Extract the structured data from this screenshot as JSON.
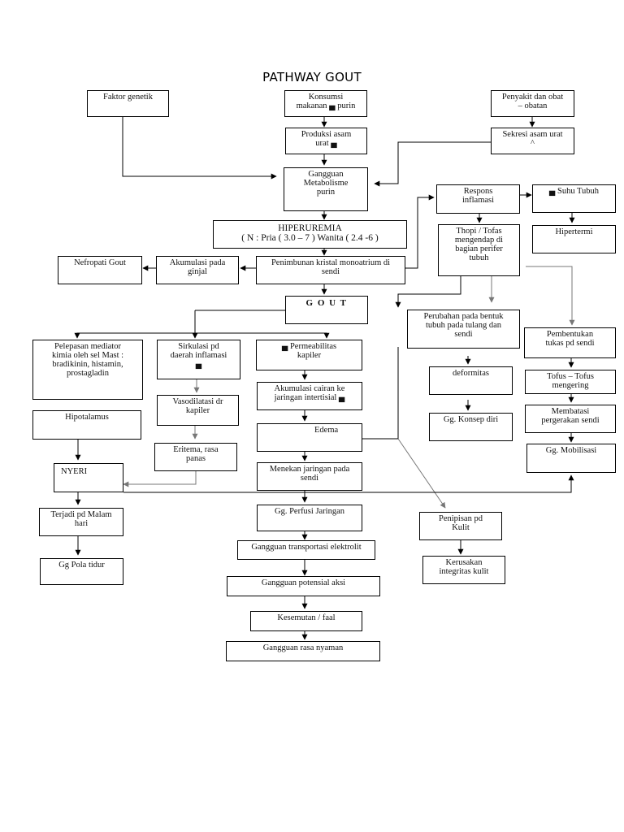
{
  "title": "PATHWAY GOUT",
  "nodes": {
    "faktor_genetik": "Faktor genetik",
    "konsumsi": "Konsumsi\nmakanan ▄ purin",
    "penyakit_obat": "Penyakit dan obat\n– obatan",
    "produksi": "Produksi asam\nurat ▄",
    "sekresi": "Sekresi asam urat\n^",
    "gangguan_metabolisme": "Gangguan\nMetabolisme\npurin",
    "respons": "Respons\ninflamasi",
    "suhu": "▄ Suhu Tubuh",
    "hiperuremia": "HIPERUREMIA\n( N : Pria ( 3.0 – 7 ) Wanita ( 2.4 -6 )",
    "thopi": "Thopi / Tofas\nmengendap di\nbagian perifer\ntubuh",
    "hipertermi": "Hipertermi",
    "nefropati": "Nefropati Gout",
    "akumulasi_ginjal": "Akumulasi pada\nginjal",
    "penimbunan": "Penimbunan kristal monoatrium di\nsendi",
    "gout": "G O U T",
    "perubahan": "Perubahan pada bentuk\ntubuh pada tulang dan\nsendi",
    "pembentukan": "Pembentukan\ntukas pd sendi",
    "pelepasan": "Pelepasan mediator\nkimia oleh sel Mast :\nbradikinin, histamin,\nprostagladin",
    "sirkulasi": "Sirkulasi pd\ndaerah inflamasi\n▄",
    "permeabilitas": "▄ Permeabilitas\nkapiler",
    "deformitas": "deformitas",
    "tofus": "Tofus – Tofus\nmengering",
    "akumulasi_cairan": "Akumulasi cairan ke\njaringan intertisial ▄",
    "hipotalamus": "Hipotalamus",
    "vasodilatasi": "Vasodilatasi dr\nkapiler",
    "edema": "Edema",
    "konsep_diri": "Gg. Konsep diri",
    "membatasi": "Membatasi\npergerakan sendi",
    "eritema": "Eritema, rasa\npanas",
    "mobilisasi": "Gg. Mobilisasi",
    "nyeri": "NYERI",
    "menekan": "Menekan jaringan pada\nsendi",
    "terjadi_malam": "Terjadi pd Malam\nhari",
    "perfusi": "Gg. Perfusi Jaringan",
    "penipisan": "Penipisan pd\nKulit",
    "transportasi": "Gangguan transportasi elektrolit",
    "pola_tidur": "Gg Pola tidur",
    "kerusakan": "Kerusakan\nintegritas kulit",
    "potensial": "Gangguan potensial aksi",
    "kesemutan": "Kesemutan / faal",
    "rasa_nyaman": "Gangguan rasa nyaman"
  }
}
